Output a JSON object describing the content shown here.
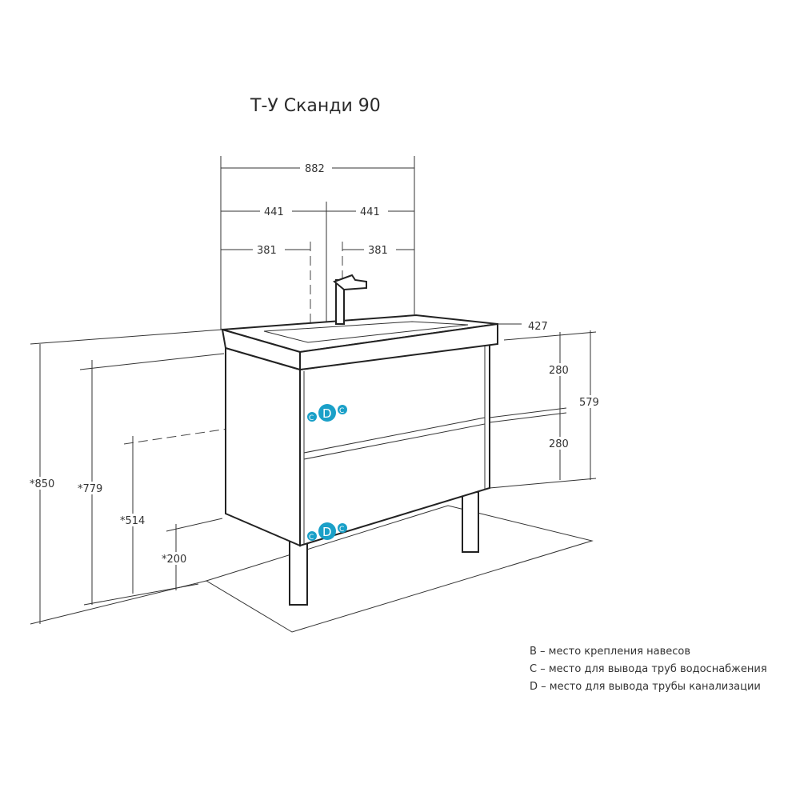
{
  "title": "Т-У Сканди 90",
  "dimensions": {
    "width_total": "882",
    "half_left": "441",
    "half_right": "441",
    "offset_left": "381",
    "offset_right": "381",
    "depth": "427",
    "drawer_top": "280",
    "drawer_bottom": "280",
    "front_height": "579",
    "total_height": "*850",
    "height_779": "*779",
    "height_514": "*514",
    "height_200": "*200"
  },
  "markers": {
    "drain": "D",
    "water": "C",
    "color": "#1aa0c8"
  },
  "legend": [
    "B – место крепления навесов",
    "C – место для вывода труб водоснабжения",
    "D – место для вывода трубы канализации"
  ]
}
